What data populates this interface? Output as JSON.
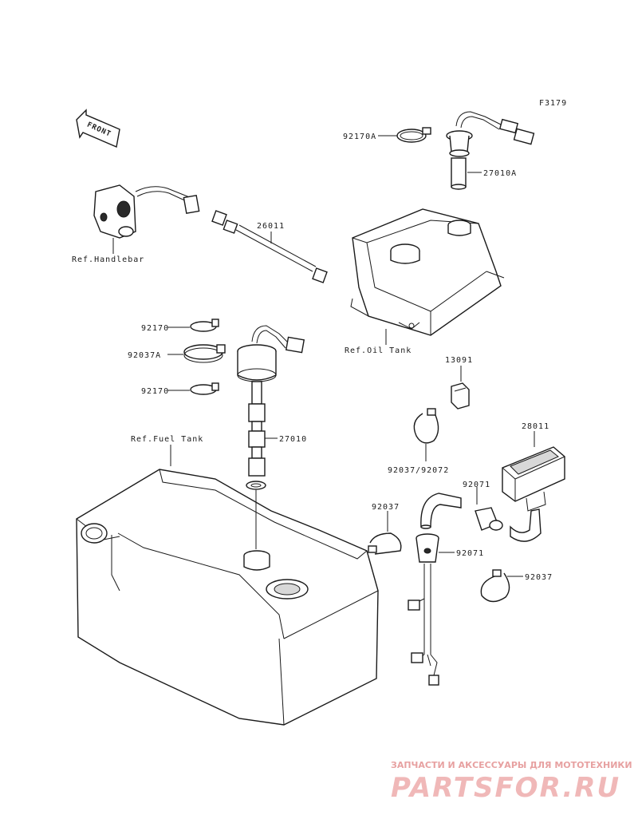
{
  "figure_code": "F3179",
  "front_label": "FRONT",
  "labels": {
    "p92170A": "92170A",
    "p27010A": "27010A",
    "p26011": "26011",
    "ref_handlebar": "Ref.Handlebar",
    "ref_oil_tank": "Ref.Oil Tank",
    "p92170_top": "92170",
    "p92037A": "92037A",
    "p92170_bottom": "92170",
    "p13091": "13091",
    "p28011": "28011",
    "ref_fuel_tank": "Ref.Fuel Tank",
    "p27010": "27010",
    "p92037_92072": "92037/92072",
    "p92071_top": "92071",
    "p92037_left": "92037",
    "p92071_mid": "92071",
    "p92037_right": "92037"
  },
  "watermark": {
    "tagline": "ЗАПЧАСТИ И АКСЕССУАРЫ ДЛЯ МОТОТЕХНИКИ",
    "brand": "PARTSFOR.RU",
    "color": "#e7a1a1"
  }
}
